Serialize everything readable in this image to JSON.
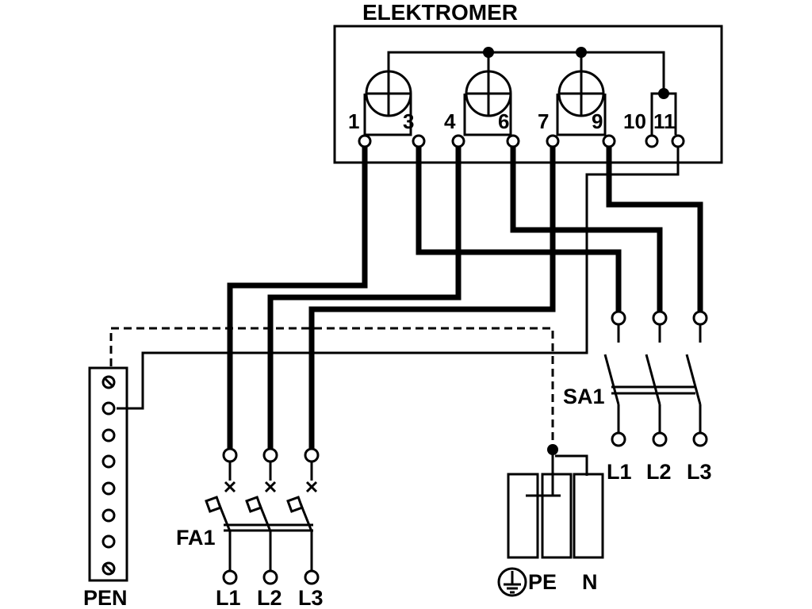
{
  "meter": {
    "title": "ELEKTROMER",
    "terminals": [
      "1",
      "3",
      "4",
      "6",
      "7",
      "9",
      "10",
      "11"
    ]
  },
  "pen_bar": {
    "label": "PEN"
  },
  "breaker": {
    "label": "FA1",
    "outputs": [
      "L1",
      "L2",
      "L3"
    ]
  },
  "switch": {
    "label": "SA1",
    "outputs": [
      "L1",
      "L2",
      "L3"
    ]
  },
  "outlet": {
    "label_pe": "PE",
    "label_n": "N",
    "ground_icon": "ground-icon"
  }
}
